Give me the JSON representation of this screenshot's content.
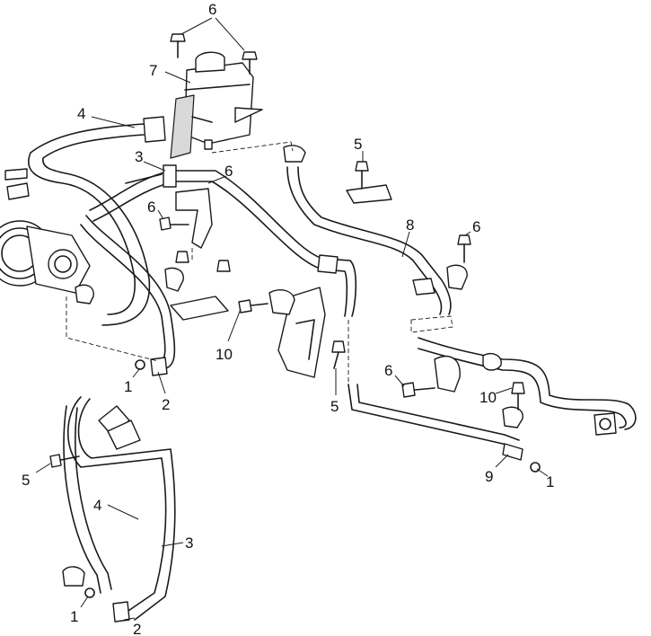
{
  "callouts": {
    "c1a": "1",
    "c1b": "1",
    "c1c": "1",
    "c2a": "2",
    "c2b": "2",
    "c3a": "3",
    "c3b": "3",
    "c4a": "4",
    "c4b": "4",
    "c5a": "5",
    "c5b": "5",
    "c5c": "5",
    "c6a": "6",
    "c6b": "6",
    "c6c": "6",
    "c6d": "6",
    "c6e": "6",
    "c7": "7",
    "c8": "8",
    "c9": "9",
    "c10a": "10",
    "c10b": "10"
  }
}
